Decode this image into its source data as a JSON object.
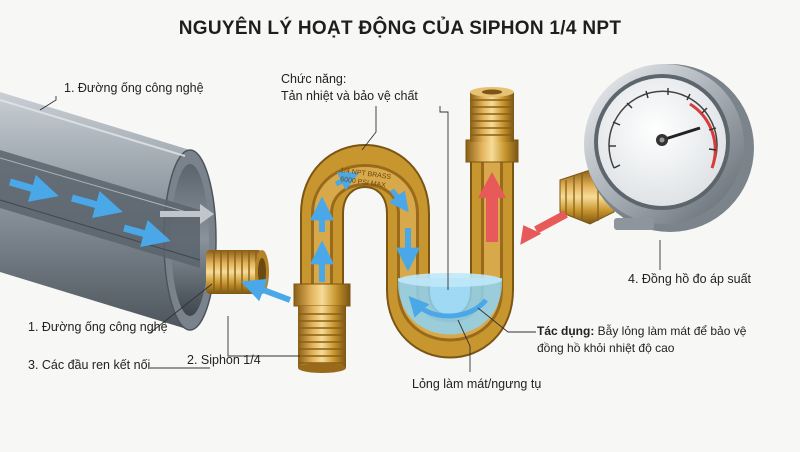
{
  "title": "NGUYÊN LÝ HOẠT ĐỘNG CỦA SIPHON 1/4 NPT",
  "labels": {
    "pipe_top": "1. Đường ống công nghệ",
    "function_line1": "Chức năng:",
    "function_line2": "Tản nhiệt và bảo vệ chất",
    "pipe_bottom": "1. Đường ống công nghệ",
    "threads": "3. Các đầu ren kết nối",
    "siphon": "2. Siphon 1/4",
    "liquid": "Lỏng làm mát/ngưng tụ",
    "gauge": "4. Đồng hồ đo áp suất",
    "effect_bold": "Tác dụng:",
    "effect_line1_rest": " Bẫy lỏng làm mát để bảo vệ",
    "effect_line2": "đồng hồ khỏi nhiệt độ cao"
  },
  "engraving": {
    "line1": "1/4 NPT BRASS",
    "line2": "6000 PSI MAX"
  },
  "colors": {
    "brass": "#c8962e",
    "brass_light": "#f0d28a",
    "brass_dark": "#7a5514",
    "pipe": "#8d959d",
    "flow_blue": "#4aa8e8",
    "hot_red": "#e85a5a",
    "liquid": "#8fd4f2"
  },
  "icons": [
    "flow-arrow-icon",
    "heat-arrow-icon",
    "pressure-gauge-icon"
  ]
}
